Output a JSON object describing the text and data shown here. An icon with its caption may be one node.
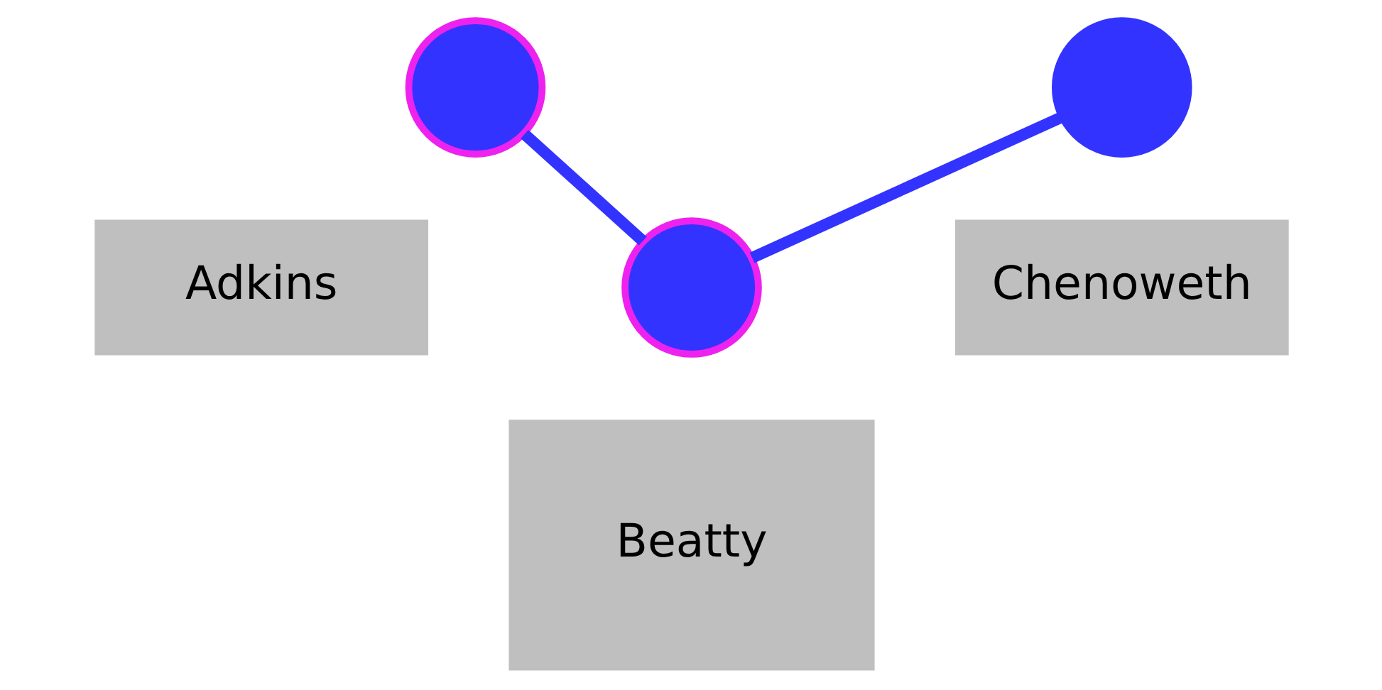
{
  "diagram": {
    "nodes": [
      {
        "text": [],
        "shape": "circle"
      },
      {
        "text": [],
        "shape": "circle"
      },
      {
        "text": [
          "Adkins"
        ]
      },
      {
        "text": [
          "Chenoweth"
        ]
      },
      {
        "text": [],
        "shape": "circle"
      },
      {
        "text": [
          "Beatty"
        ]
      }
    ],
    "edges": [
      {
        "from": 0,
        "to": 4,
        "arrow": "none"
      },
      {
        "from": 4,
        "to": 1,
        "arrow": "none"
      }
    ]
  }
}
